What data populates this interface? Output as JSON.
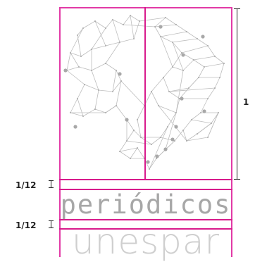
{
  "logo": {
    "word_top": "periódicos",
    "word_bottom": "unespar"
  },
  "annotations": {
    "height_unit": "1",
    "band_one": "1/12",
    "band_two": "1/12"
  },
  "colors": {
    "guide": "#d81b8c",
    "frame": "#e23aa6",
    "network_line": "#bdbdbd",
    "network_node": "#a8a8a8",
    "word_top": "#a7a7a7",
    "word_bottom": "#cfcfcf"
  }
}
